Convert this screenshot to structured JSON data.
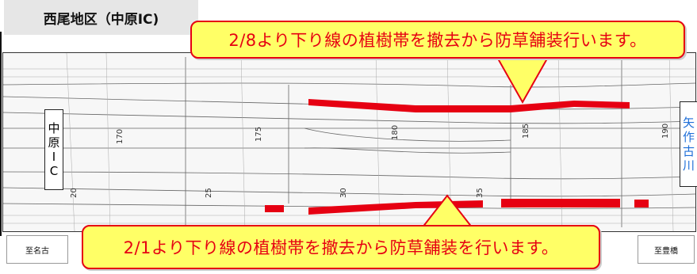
{
  "title": "西尾地区（中原IC)",
  "callouts": {
    "top": "2/8より下り線の植樹帯を撤去から防草舗装行います。",
    "bottom": "2/1より下り線の植樹帯を撤去から防草舗装を行います。"
  },
  "left_label": [
    "中",
    "原",
    "I",
    "C"
  ],
  "right_label": [
    "矢",
    "作",
    "古",
    "川"
  ],
  "destinations": {
    "left": "至名古",
    "right": "至豊橋"
  },
  "station_labels": [
    "170",
    "175",
    "180",
    "185",
    "190",
    "20",
    "25",
    "30",
    "35"
  ],
  "colors": {
    "highlight": "#e60012",
    "callout_fill": "#ffff66",
    "river_label": "#1f6fd8"
  }
}
